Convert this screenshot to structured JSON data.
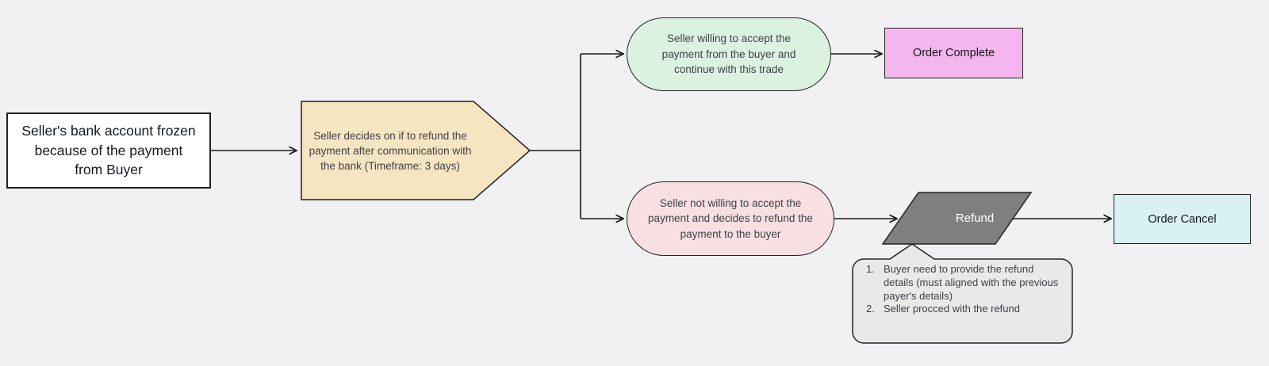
{
  "diagram": {
    "background_color": "#F1F1F3",
    "stroke_color": "#222222",
    "nodes": {
      "start": {
        "label": "Seller's bank account frozen because of the payment from Buyer",
        "shape": "rectangle",
        "fill": "#FFFFFF"
      },
      "decision": {
        "label": "Seller decides on if to refund the payment after communication with the bank (Timeframe: 3 days)",
        "shape": "pentagon-right",
        "fill": "#F6E5C1"
      },
      "accept": {
        "label": "Seller willing to accept the payment from the buyer and continue with this trade",
        "shape": "stadium",
        "fill": "#DCF2E1"
      },
      "order_complete": {
        "label": "Order Complete",
        "shape": "rectangle",
        "fill": "#F5B5EE"
      },
      "reject": {
        "label": "Seller not willing to accept the payment and decides to refund the payment to the buyer",
        "shape": "stadium",
        "fill": "#F8DFE1"
      },
      "refund": {
        "label": "Refund",
        "shape": "parallelogram",
        "fill": "#7F7F7F",
        "text_color": "#FFFFFF"
      },
      "order_cancel": {
        "label": "Order Cancel",
        "shape": "rectangle",
        "fill": "#D9F1F3"
      },
      "refund_note": {
        "shape": "callout",
        "fill": "#E9E9EA",
        "items": [
          {
            "num": "1.",
            "text": "Buyer need to provide the refund details (must aligned with the previous payer's details)"
          },
          {
            "num": "2.",
            "text": "Seller procced with the refund"
          }
        ]
      }
    },
    "edges": [
      {
        "from": "start",
        "to": "decision"
      },
      {
        "from": "decision",
        "to": "accept"
      },
      {
        "from": "decision",
        "to": "reject"
      },
      {
        "from": "accept",
        "to": "order_complete"
      },
      {
        "from": "reject",
        "to": "refund"
      },
      {
        "from": "refund",
        "to": "order_cancel"
      },
      {
        "from": "refund",
        "to": "refund_note"
      }
    ]
  }
}
